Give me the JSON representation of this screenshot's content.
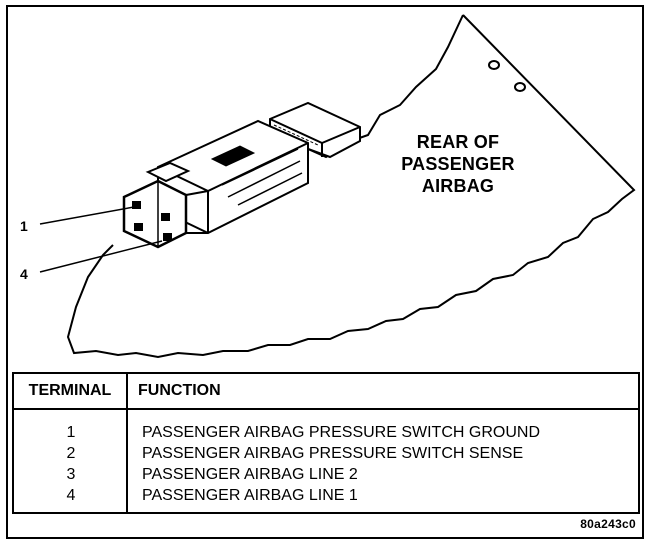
{
  "illustration": {
    "area_label_line1": "REAR OF",
    "area_label_line2": "PASSENGER",
    "area_label_line3": "AIRBAG",
    "callouts": [
      "1",
      "4"
    ]
  },
  "table": {
    "headers": {
      "terminal": "TERMINAL",
      "function": "FUNCTION"
    },
    "rows": [
      {
        "terminal": "1",
        "function": "PASSENGER AIRBAG PRESSURE SWITCH GROUND"
      },
      {
        "terminal": "2",
        "function": "PASSENGER AIRBAG PRESSURE SWITCH SENSE"
      },
      {
        "terminal": "3",
        "function": "PASSENGER AIRBAG LINE 2"
      },
      {
        "terminal": "4",
        "function": "PASSENGER AIRBAG LINE 1"
      }
    ]
  },
  "figure_id": "80a243c0"
}
